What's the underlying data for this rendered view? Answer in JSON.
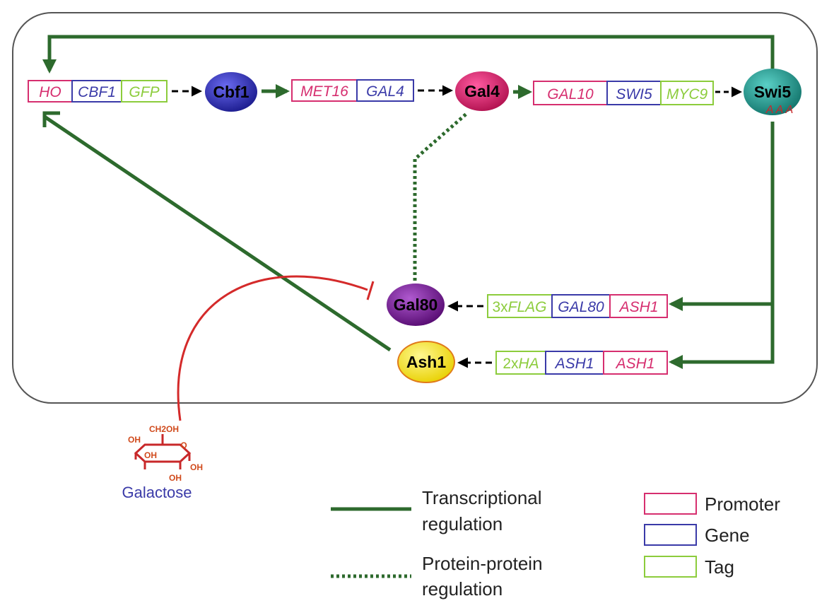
{
  "colors": {
    "promoter": "#d62e6f",
    "gene": "#3a3aa8",
    "tag": "#8ccc3c",
    "transcriptional": "#2d6a2d",
    "inhibition": "#d42a2a",
    "galactose_label": "#3a3aa8",
    "galactose_struct": "#d04a1c",
    "cbf1_fill": "#2a2ab0",
    "gal4_fill": "#d81a6a",
    "swi5_fill": "#1e9a90",
    "gal80_fill": "#7a1a9a",
    "ash1_fill": "#f2e51a"
  },
  "cassettes": {
    "c1": {
      "promoter": "HO",
      "gene": "CBF1",
      "tag": "GFP"
    },
    "c2": {
      "promoter": "MET16",
      "gene": "GAL4"
    },
    "c3": {
      "promoter": "GAL10",
      "gene": "SWI5",
      "tag": "MYC9"
    },
    "c4": {
      "tag_prefix": "3x",
      "tag": "FLAG",
      "gene": "GAL80",
      "promoter": "ASH1"
    },
    "c5": {
      "tag_prefix": "2x",
      "tag": "HA",
      "gene": "ASH1",
      "promoter": "ASH1"
    }
  },
  "proteins": {
    "cbf1": "Cbf1",
    "gal4": "Gal4",
    "swi5": "Swi5",
    "gal80": "Gal80",
    "ash1": "Ash1"
  },
  "swi5_tail": "A A A",
  "galactose": {
    "label": "Galactose",
    "groups": {
      "ch2oh": "CH2OH",
      "ring_o": "O",
      "oh1": "OH",
      "oh2": "OH",
      "oh3": "OH",
      "oh4": "OH"
    }
  },
  "legend": {
    "transcriptional": [
      "Transcriptional",
      "regulation"
    ],
    "protein_protein": [
      "Protein-protein",
      "regulation"
    ],
    "promoter": "Promoter",
    "gene": "Gene",
    "tag": "Tag"
  }
}
